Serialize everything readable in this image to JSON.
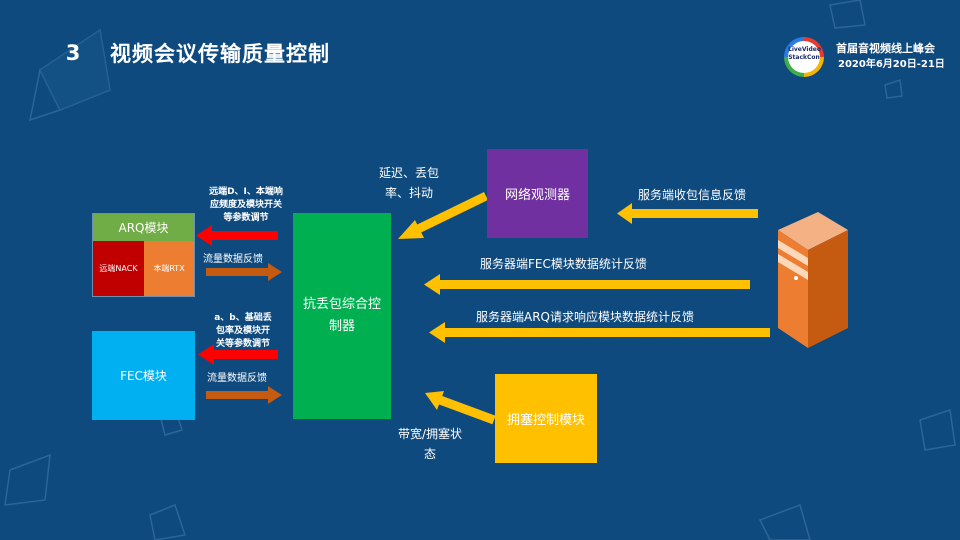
{
  "header": {
    "section_number": "3",
    "title": "视频会议传输质量控制",
    "conference_name": "首届音视频线上峰会",
    "conference_date": "2020年6月20日-21日",
    "logo_text": [
      "Live",
      "Video",
      "Stack",
      "Con"
    ]
  },
  "modules": {
    "arq_title": "ARQ模块",
    "arq_remote_nack": "远端NACK",
    "arq_local_rtx": "本端RTX",
    "fec": "FEC模块",
    "controller": "抗丢包综合控制器",
    "network_observer": "网络观测器",
    "congestion_control": "拥塞控制模块"
  },
  "labels": {
    "arq_params": [
      "远端D、I、本端响",
      "应频度及模块开关",
      "等参数调节"
    ],
    "arq_flow_feedback": "流量数据反馈",
    "fec_params": [
      "a、b、基础丢",
      "包率及模块开",
      "关等参数调节"
    ],
    "fec_flow_feedback": "流量数据反馈",
    "delay_loss_jitter": [
      "延迟、丢包",
      "率、抖动"
    ],
    "server_recv_feedback": "服务端收包信息反馈",
    "server_fec_feedback": "服务器端FEC模块数据统计反馈",
    "server_arq_feedback": "服务器端ARQ请求响应模块数据统计反馈",
    "bandwidth_congestion": [
      "带宽/拥塞状",
      "态"
    ]
  },
  "colors": {
    "background": "#0f4a7e",
    "arrow_yellow": "#ffc000",
    "arrow_red": "#ff0000",
    "arrow_orange": "#c55a11",
    "server_orange": "#ed7d31"
  }
}
